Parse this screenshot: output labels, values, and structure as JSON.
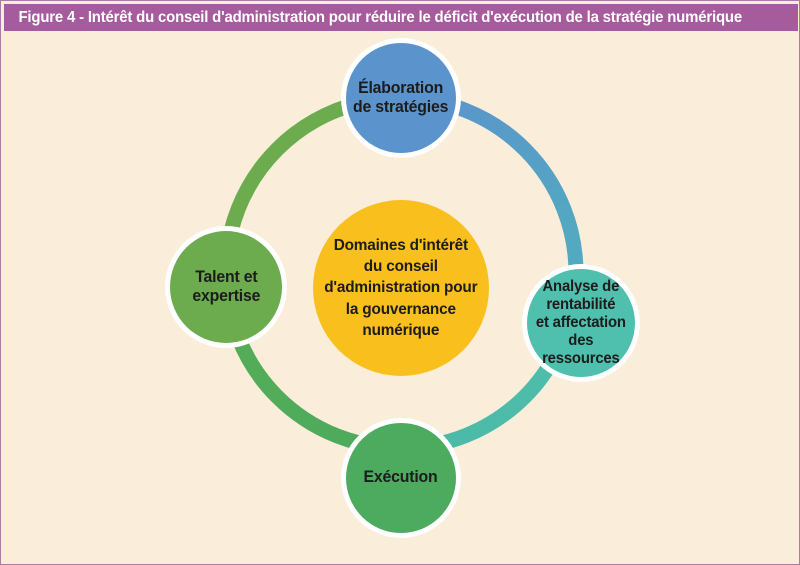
{
  "figure": {
    "title": "Figure 4 - Intérêt du conseil d'administration pour réduire le déficit d'exécution de la stratégie numérique",
    "background_color": "#faedda",
    "header_color": "#a55b9c",
    "border_color": "#b07aa8"
  },
  "center": {
    "label": "Domaines d'intérêt du conseil d'administration pour la gouvernance numérique",
    "lines": [
      "Domaines d'intérêt",
      "du conseil",
      "d'administration pour",
      "la gouvernance",
      "numérique"
    ],
    "color": "#f9bf1c",
    "text_color": "#1c1c1c"
  },
  "nodes": [
    {
      "id": "elaboration-de-strategies",
      "label": "Élaboration de stratégies",
      "lines": [
        "Élaboration",
        "de stratégies"
      ],
      "color": "#5b94cd",
      "position": "top"
    },
    {
      "id": "analyse-de-rentabilite",
      "label": "Analyse de rentabilité et affectation des ressources",
      "lines": [
        "Analyse de",
        "rentabilité",
        "et affectation",
        "des",
        "ressources"
      ],
      "color": "#4fbfae",
      "position": "right"
    },
    {
      "id": "execution",
      "label": "Exécution",
      "lines": [
        "Exécution"
      ],
      "color": "#4cab5e",
      "position": "bottom"
    },
    {
      "id": "talent-et-expertise",
      "label": "Talent et expertise",
      "lines": [
        "Talent et",
        "expertise"
      ],
      "color": "#6cab4e",
      "position": "left"
    }
  ],
  "ring": {
    "segments": [
      {
        "id": "ring-green-top-left",
        "color": "#6cab4e"
      },
      {
        "id": "ring-blue-top-right",
        "color": "#5b94cd"
      },
      {
        "id": "ring-teal-bottom-right",
        "color": "#4fbfae"
      },
      {
        "id": "ring-green-bottom-left",
        "color": "#4cab5e"
      }
    ],
    "stroke_width": 15
  }
}
